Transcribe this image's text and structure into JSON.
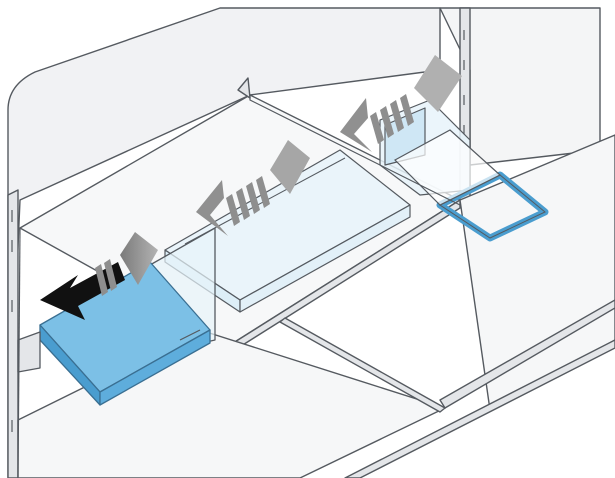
{
  "diagram": {
    "labels": [],
    "colors": {
      "outline": "#555a60",
      "panel": "#f1f2f4",
      "panel_shade": "#e4e6e9",
      "glass": "#e7f3fa",
      "tray_blue": "#7cc0e6",
      "tray_blue_dark": "#4a9dcf",
      "arrow_dark": "#111111",
      "arrow_gray": "#8e8e8e",
      "handle_blue": "#4a9dcf"
    },
    "arrows": [
      {
        "name": "pull-out-arrow",
        "style": "solid-dark",
        "direction": "left-right"
      },
      {
        "name": "slide-arrow",
        "style": "striped-gray",
        "direction": "left-right"
      },
      {
        "name": "slide-arrow",
        "style": "striped-gray",
        "direction": "left-right"
      },
      {
        "name": "slide-arrow",
        "style": "striped-gray",
        "direction": "left-right"
      }
    ]
  }
}
